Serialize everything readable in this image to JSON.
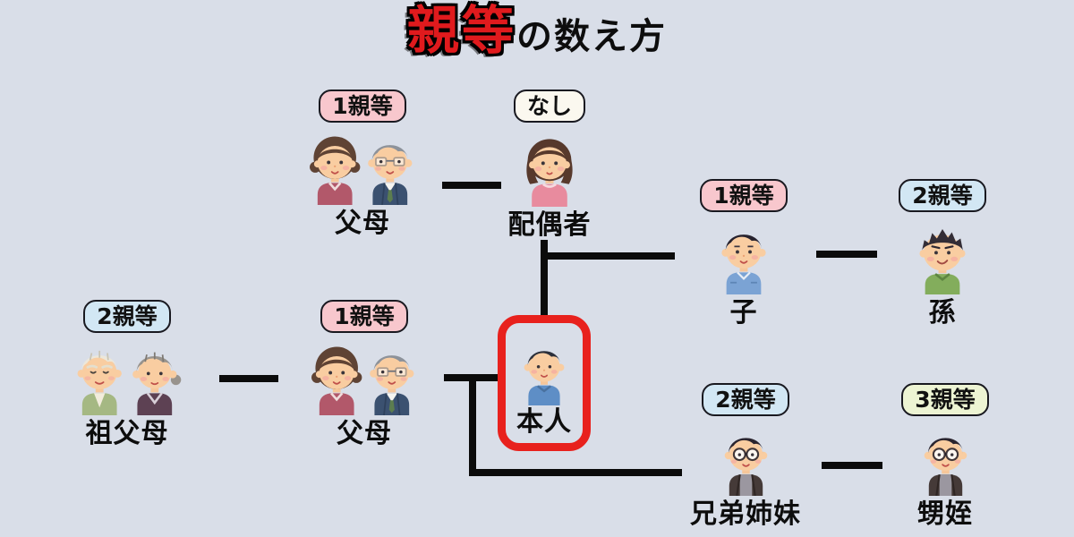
{
  "title": {
    "highlight": "親等",
    "rest": "の数え方"
  },
  "colors": {
    "background": "#d9dee8",
    "line": "#0b0b0b",
    "highlight_red": "#e8211d",
    "title_red": "#e01a1d",
    "badge_pink": "#f8c7cd",
    "badge_blue": "#d2e7f4",
    "badge_cream": "#fbf8ef",
    "badge_yellow": "#edf4d3"
  },
  "nodes": [
    {
      "id": "parents-top",
      "label": "父母",
      "badge": "1親等",
      "badge_color": "pink"
    },
    {
      "id": "spouse",
      "label": "配偶者",
      "badge": "なし",
      "badge_color": "cream"
    },
    {
      "id": "child",
      "label": "子",
      "badge": "1親等",
      "badge_color": "pink"
    },
    {
      "id": "grandchild",
      "label": "孫",
      "badge": "2親等",
      "badge_color": "blue"
    },
    {
      "id": "grandparents",
      "label": "祖父母",
      "badge": "2親等",
      "badge_color": "blue"
    },
    {
      "id": "parents",
      "label": "父母",
      "badge": "1親等",
      "badge_color": "pink"
    },
    {
      "id": "self",
      "label": "本人",
      "badge": null,
      "highlighted": true
    },
    {
      "id": "siblings",
      "label": "兄弟姉妹",
      "badge": "2親等",
      "badge_color": "blue"
    },
    {
      "id": "nephews",
      "label": "甥姪",
      "badge": "3親等",
      "badge_color": "yellow"
    }
  ],
  "avatars": {
    "parents-top": "middle-aged-couple",
    "spouse": "woman",
    "child": "young-man-blue-shirt",
    "grandchild": "spiky-hair-boy",
    "grandparents": "elderly-couple",
    "parents": "middle-aged-couple",
    "self": "young-man-blue-sweater",
    "siblings": "young-man-glasses",
    "nephews": "young-man-glasses"
  }
}
